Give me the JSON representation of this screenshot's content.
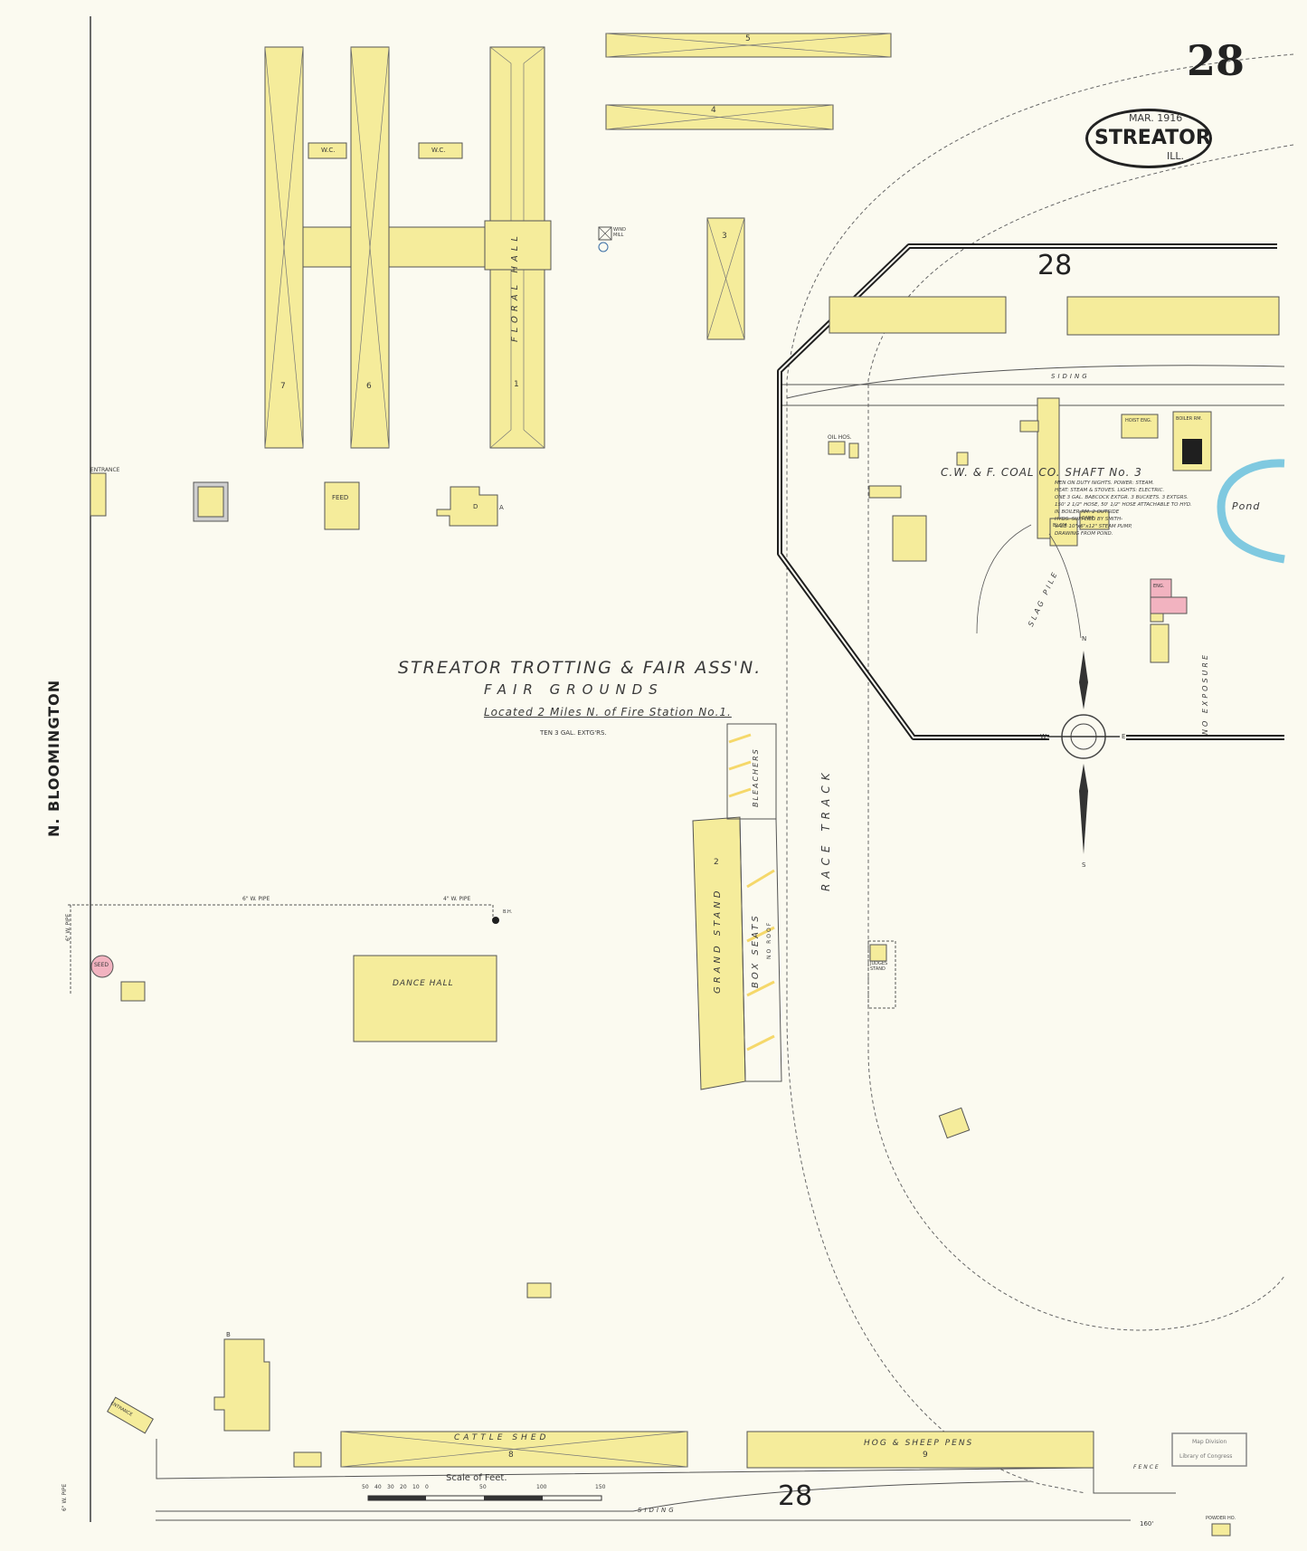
{
  "sheet": {
    "page_number": "28",
    "date": "MAR. 1916",
    "city": "STREATOR",
    "state": "ILL.",
    "block_number_top": "28",
    "block_number_bottom": "28"
  },
  "street": {
    "name": "N. BLOOMINGTON"
  },
  "fairgrounds": {
    "title": "STREATOR TROTTING & FAIR ASS'N.",
    "subtitle": "FAIR GROUNDS",
    "location": "Located 2 Miles N. of Fire Station No.1.",
    "extinguishers": "TEN 3 GAL. EXTG'RS.",
    "race_track": "RACE TRACK"
  },
  "buildings": {
    "floral_hall": "FLORAL HALL",
    "floral_hall_num": "1",
    "wc_1": "W.C.",
    "wc_2": "W.C.",
    "wind_mill": "WIND MILL",
    "shed_7": "7",
    "shed_6": "6",
    "bldg_5": "5",
    "bldg_4": "4",
    "bldg_3": "3",
    "entrance": "ENTRANCE",
    "feed": "FEED",
    "dance_hall": "DANCE HALL",
    "grand_stand": "GRAND STAND",
    "grand_stand_num": "2",
    "box_seats": "BOX SEATS",
    "no_roof": "NO ROOF",
    "bleachers": "BLEACHERS",
    "judges_stand": "JUDGES STAND",
    "cattle_shed": "CATTLE SHED",
    "cattle_shed_num": "8",
    "hog_pens": "HOG & SHEEP PENS",
    "hog_pens_num": "9",
    "powder_ho": "POWDER HO.",
    "entrance_bottom": "ENTRANCE",
    "seed": "SEED",
    "letter_d": "D",
    "letter_a": "A",
    "letter_b": "B"
  },
  "pipes": {
    "pipe_a": "6\" W. PIPE",
    "pipe_b": "4\" W. PIPE",
    "pipe_c": "6\" W. PIPE",
    "pipe_d": "6\" W. PIPE",
    "hydrant": "B.H."
  },
  "coal_shaft": {
    "title": "C.W. & F. COAL CO. SHAFT No. 3",
    "notes": [
      "MEN ON DUTY NIGHTS. POWER: STEAM.",
      "HEAT: STEAM & STOVES. LIGHTS: ELECTRIC.",
      "ONE 3 GAL. BABCOCK EXTGR. 3 BUCKETS. 3 EXTGRS.",
      "150' 2 1/2\" HOSE, 50' 1/2\" HOSE ATTACHABLE TO HYD.",
      "IN BOILER RM. 2 OUTSIDE",
      "HYDS. SUPPLIED BY SMITH-",
      "VALE 10\"x6\"x12\" STEAM PUMP,",
      "DRAWING FROM POND."
    ],
    "hoist_eng": "HOIST ENG.",
    "boiler_rm": "BOILER RM.",
    "oil_hos": "OIL HOS.",
    "slag_pile": "SLAG PILE",
    "siding_top": "SIDING",
    "pond": "Pond",
    "no_exposure": "NO EXPOSURE",
    "engine_house": "ENG.",
    "blacksmith": "BL.SM.",
    "carp": "CARP."
  },
  "siding_bottom": "SIDING",
  "fence": "FENCE",
  "dist_160": "160'",
  "scale": {
    "label": "Scale of Feet.",
    "ticks": [
      "50",
      "40",
      "30",
      "20",
      "10",
      "0",
      "50",
      "100",
      "150"
    ]
  },
  "compass": {
    "n": "N",
    "s": "S",
    "e": "E",
    "w": "W"
  },
  "stamp": {
    "line1": "Map Division",
    "line2": "Library of Congress"
  },
  "colors": {
    "paper": "#fbfaf0",
    "frame_building": "#f5ec9b",
    "brick_building": "#f2b3c0",
    "water": "#7fc9e0",
    "ink": "#3a3a3a",
    "block_line": "#2a2a2a"
  }
}
